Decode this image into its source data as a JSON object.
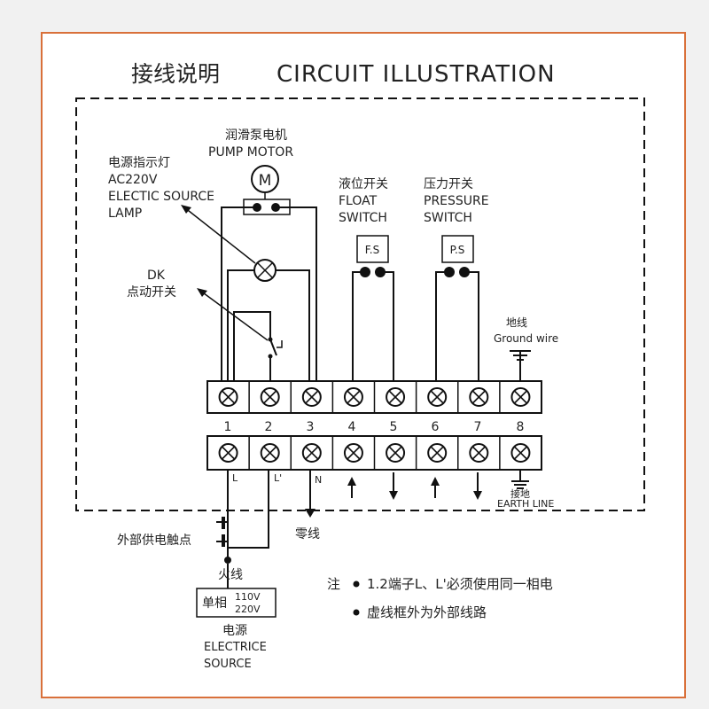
{
  "title": {
    "cn": "接线说明",
    "en": "CIRCUIT ILLUSTRATION"
  },
  "pump_motor": {
    "cn": "润滑泵电机",
    "en": "PUMP MOTOR",
    "symbol": "M"
  },
  "lamp": {
    "cn": "电源指示灯",
    "voltage": "AC220V",
    "en1": "ELECTIC SOURCE",
    "en2": "LAMP"
  },
  "dk": {
    "en": "DK",
    "cn": "点动开关"
  },
  "float_switch": {
    "cn": "液位开关",
    "en1": "FLOAT",
    "en2": "SWITCH",
    "box": "F.S"
  },
  "pressure_switch": {
    "cn": "压力开关",
    "en1": "PRESSURE",
    "en2": "SWITCH",
    "box": "P.S"
  },
  "ground": {
    "cn": "地线",
    "en": "Ground wire"
  },
  "terminals": [
    "1",
    "2",
    "3",
    "4",
    "5",
    "6",
    "7",
    "8"
  ],
  "wire_labels": {
    "L": "L",
    "L2": "L'",
    "N": "N"
  },
  "earth": {
    "cn": "接地",
    "en": "EARTH LINE"
  },
  "neutral": "零线",
  "external_contact": "外部供电触点",
  "live": "火线",
  "power": {
    "phase": "单相",
    "v1": "110V",
    "v2": "220V",
    "cn": "电源",
    "en1": "ELECTRICE",
    "en2": "SOURCE"
  },
  "notes": {
    "prefix": "注",
    "line1": "1.2端子L、L'必须使用同一相电",
    "line2": "虚线框外为外部线路"
  },
  "colors": {
    "border": "#d9703a",
    "ink": "#111111"
  }
}
